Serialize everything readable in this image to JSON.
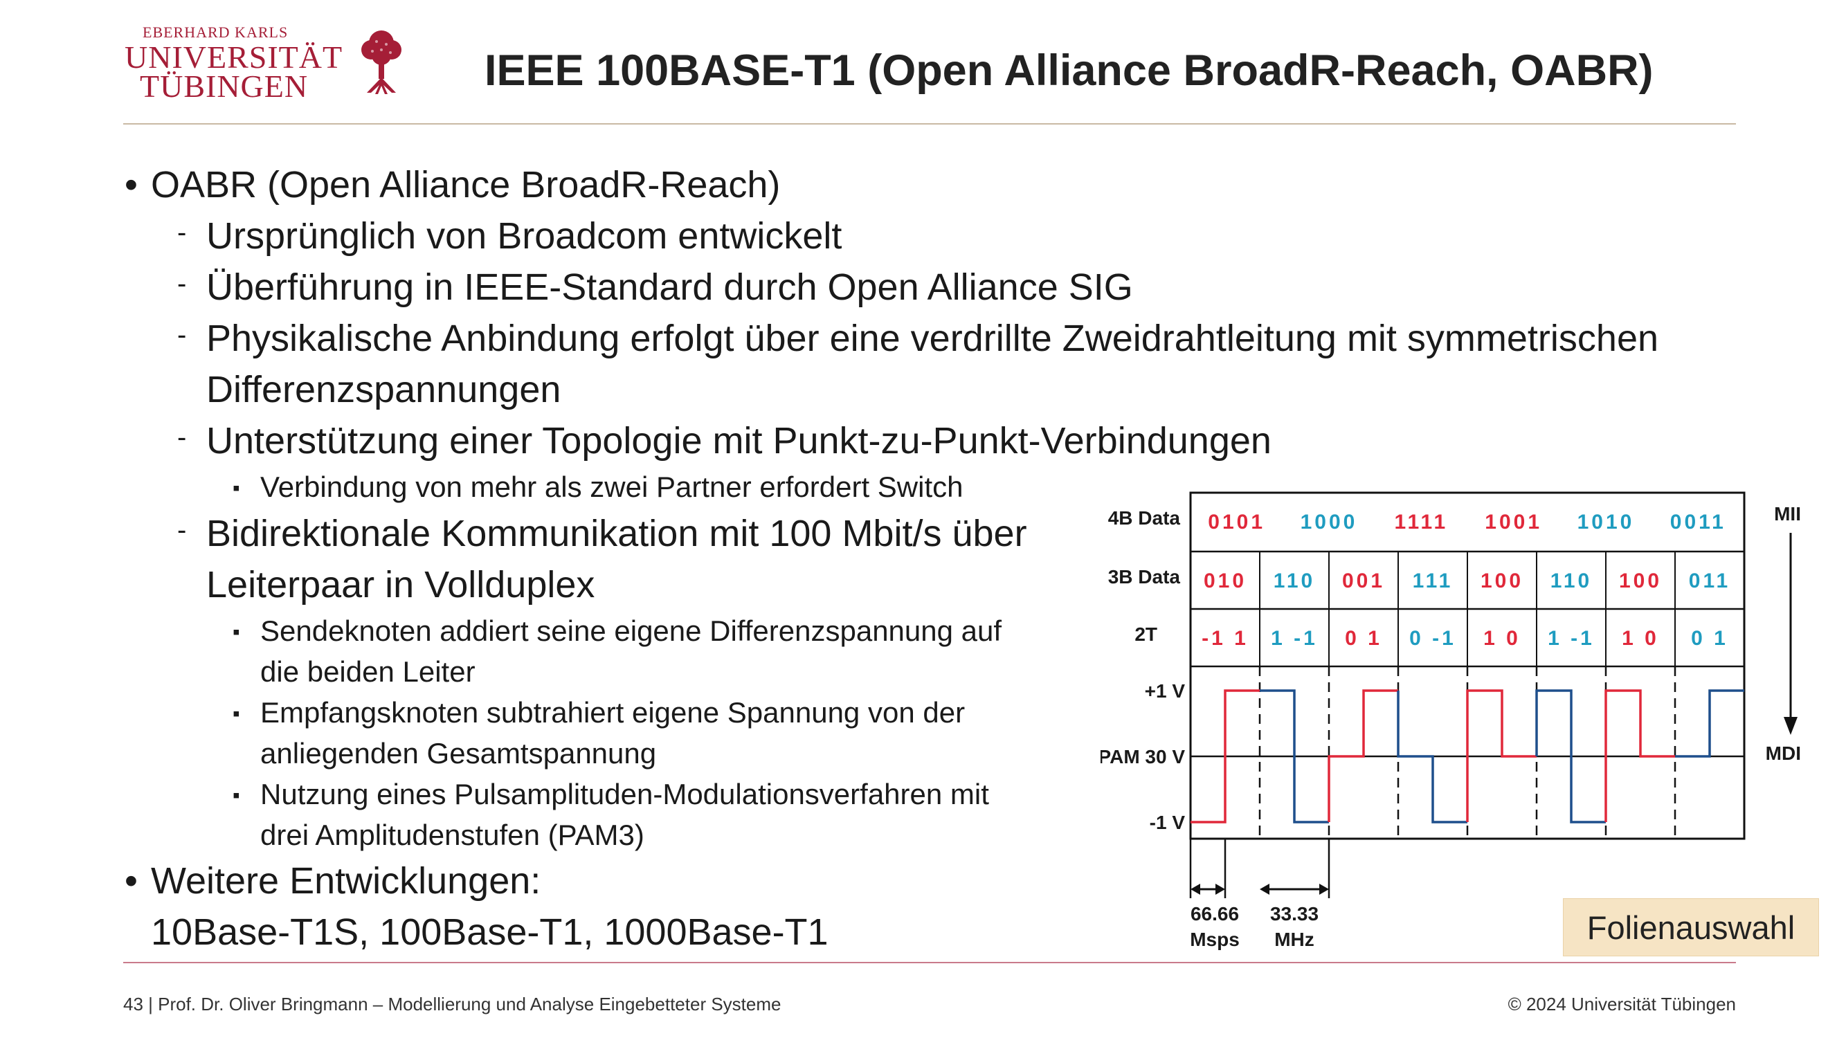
{
  "header": {
    "org_line1": "EBERHARD KARLS",
    "org_line2": "UNIVERSITÄT",
    "org_line3": "TÜBINGEN",
    "title": "IEEE 100BASE-T1 (Open Alliance BroadR-Reach, OABR)"
  },
  "body": {
    "items": [
      {
        "level": 1,
        "marker": "•",
        "lines": [
          "OABR (Open Alliance BroadR-Reach)"
        ]
      },
      {
        "level": 2,
        "marker": "-",
        "lines": [
          "Ursprünglich von Broadcom entwickelt"
        ]
      },
      {
        "level": 2,
        "marker": "-",
        "lines": [
          "Überführung in IEEE-Standard durch Open Alliance SIG"
        ]
      },
      {
        "level": 2,
        "marker": "-",
        "lines": [
          "Physikalische Anbindung erfolgt über eine verdrillte Zweidrahtleitung mit symmetrischen",
          "Differenzspannungen"
        ]
      },
      {
        "level": 2,
        "marker": "-",
        "lines": [
          "Unterstützung einer Topologie mit Punkt-zu-Punkt-Verbindungen"
        ]
      },
      {
        "level": 3,
        "marker": "▪",
        "lines": [
          "Verbindung von mehr als zwei Partner erfordert Switch"
        ]
      },
      {
        "level": 2,
        "marker": "-",
        "lines": [
          "Bidirektionale Kommunikation mit 100 Mbit/s über",
          "Leiterpaar in Vollduplex"
        ]
      },
      {
        "level": 3,
        "marker": "▪",
        "lines": [
          "Sendeknoten addiert seine eigene Differenzspannung auf",
          "die beiden Leiter"
        ]
      },
      {
        "level": 3,
        "marker": "▪",
        "lines": [
          "Empfangsknoten subtrahiert eigene Spannung von der",
          "anliegenden Gesamtspannung"
        ]
      },
      {
        "level": 3,
        "marker": "▪",
        "lines": [
          "Nutzung eines Pulsamplituden-Modulationsverfahren mit",
          "drei Amplitudenstufen (PAM3)"
        ]
      },
      {
        "level": 1,
        "marker": "•",
        "lines": [
          "Weitere Entwicklungen:",
          "10Base-T1S, 100Base-T1, 1000Base-T1"
        ]
      }
    ]
  },
  "diagram": {
    "row_labels": {
      "data4b": "4B Data",
      "data3b": "3B Data",
      "t2": "2T",
      "plus1": "+1 V",
      "pam3": "PAM 3",
      "zero": "0 V",
      "minus1": "-1 V"
    },
    "side_labels": {
      "mii": "MII",
      "mdi": "MDI"
    },
    "colors": {
      "red": "#e0283a",
      "blue": "#1f9cc0",
      "wave_blue": "#1e4f8c"
    },
    "data4b": [
      {
        "text": "0101",
        "color": "red"
      },
      {
        "text": "1000",
        "color": "blue"
      },
      {
        "text": "1111",
        "color": "red"
      },
      {
        "text": "1001",
        "color": "red"
      },
      {
        "text": "1010",
        "color": "blue"
      },
      {
        "text": "0011",
        "color": "blue"
      }
    ],
    "data3b": [
      {
        "text": "010",
        "color": "red"
      },
      {
        "text": "110",
        "color": "blue"
      },
      {
        "text": "001",
        "color": "red"
      },
      {
        "text": "111",
        "color": "blue"
      },
      {
        "text": "100",
        "color": "red"
      },
      {
        "text": "110",
        "color": "blue"
      },
      {
        "text": "100",
        "color": "red"
      },
      {
        "text": "011",
        "color": "blue"
      }
    ],
    "t2": [
      {
        "text": "-1 1",
        "color": "red"
      },
      {
        "text": "1 -1",
        "color": "blue"
      },
      {
        "text": "0 1",
        "color": "red"
      },
      {
        "text": "0 -1",
        "color": "blue"
      },
      {
        "text": "1 0",
        "color": "red"
      },
      {
        "text": "1 -1",
        "color": "blue"
      },
      {
        "text": "1 0",
        "color": "red"
      },
      {
        "text": "0 1",
        "color": "blue"
      }
    ],
    "measure_left": [
      "66.66",
      "Msps"
    ],
    "measure_right": [
      "33.33",
      "MHz"
    ]
  },
  "button": {
    "label": "Folienauswahl"
  },
  "footer": {
    "left": "43 | Prof. Dr. Oliver Bringmann – Modellierung und Analyse Eingebetteter Systeme",
    "right": "© 2024 Universität Tübingen"
  }
}
